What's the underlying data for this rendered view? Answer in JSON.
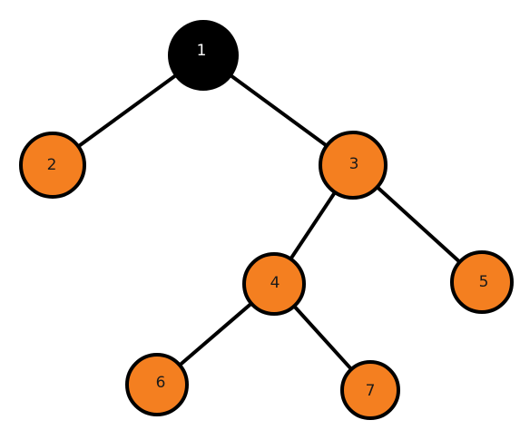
{
  "diagram": {
    "colors": {
      "root_fill": "#000000",
      "root_text": "#ffffff",
      "node_fill": "#f47f20",
      "node_text": "#1a1a1a",
      "stroke": "#000000"
    },
    "nodes": [
      {
        "id": "n1",
        "label": "1",
        "root": true
      },
      {
        "id": "n2",
        "label": "2"
      },
      {
        "id": "n3",
        "label": "3"
      },
      {
        "id": "n4",
        "label": "4"
      },
      {
        "id": "n5",
        "label": "5"
      },
      {
        "id": "n6",
        "label": "6"
      },
      {
        "id": "n7",
        "label": "7"
      }
    ],
    "edges": [
      {
        "from": "n1",
        "to": "n2"
      },
      {
        "from": "n1",
        "to": "n3"
      },
      {
        "from": "n3",
        "to": "n4"
      },
      {
        "from": "n3",
        "to": "n5"
      },
      {
        "from": "n4",
        "to": "n6"
      },
      {
        "from": "n4",
        "to": "n7"
      }
    ]
  }
}
